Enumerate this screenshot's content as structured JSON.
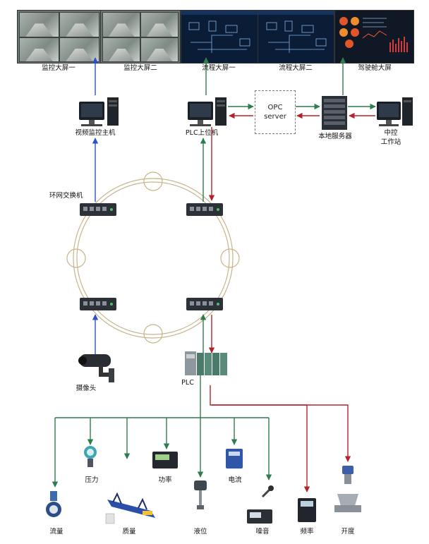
{
  "screens": {
    "monitor_screen_1": "监控大屏一",
    "monitor_screen_2": "监控大屏二",
    "process_screen_1": "流程大屏一",
    "process_screen_2": "流程大屏二",
    "cockpit_screen": "驾驶舱大屏"
  },
  "hosts": {
    "video_host": "视频监控主机",
    "plc_host": "PLC上位机",
    "local_server": "本地服务器",
    "central_ws_line1": "中控",
    "central_ws_line2": "工作站"
  },
  "opc": {
    "line1": "OPC",
    "line2": "server"
  },
  "network": {
    "ring_switch": "环网交换机"
  },
  "field": {
    "camera": "摄像头",
    "plc": "PLC"
  },
  "instruments": {
    "flow": "流量",
    "pressure": "压力",
    "mass": "质量",
    "power": "功率",
    "level": "液位",
    "current": "电流",
    "noise": "噪音",
    "frequency": "频率",
    "opening": "开度"
  },
  "colors": {
    "blue_link": "#2f4fc7",
    "green_link": "#2e7d4f",
    "red_link": "#b3242a",
    "ring": "#c9b48a"
  }
}
